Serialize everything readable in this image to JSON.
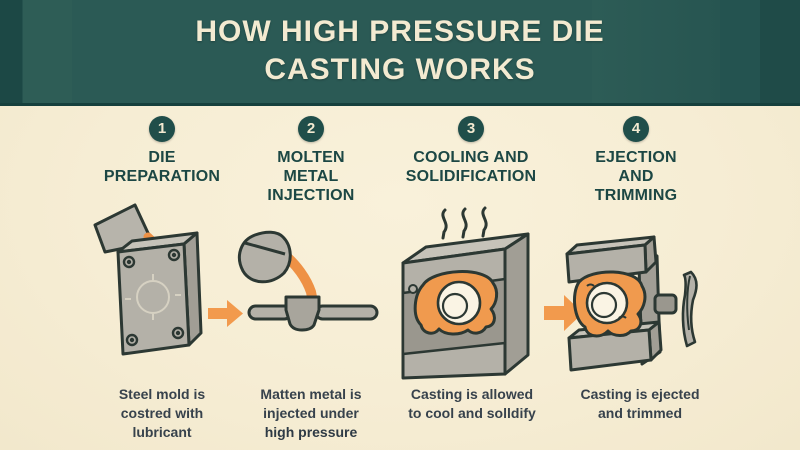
{
  "header": {
    "title": "HOW HIGH PRESSURE DIE\nCASTING WORKS"
  },
  "steps": [
    {
      "number": "1",
      "title": "DIE\nPREPARATION",
      "caption": "Steel mold is\ncostred with\nlubricant",
      "illustration": "lubricant-poured-on-steel-mold"
    },
    {
      "number": "2",
      "title": "MOLTEN\nMETAL\nINJECTION",
      "caption": "Matten metal is\ninjected under",
      "caption_strong": "high pressure",
      "illustration": "ladle-pouring-into-shot-sleeve"
    },
    {
      "number": "3",
      "title": "COOLING AND\nSOLIDIFICATION",
      "caption": "Casting is allowed\nto cool and solldify",
      "illustration": "closed-die-with-hot-casting-and-heat-waves"
    },
    {
      "number": "4",
      "title": "EJECTION\nAND\nTRIMMING",
      "caption": "Casting is ejected\nand trimmed",
      "illustration": "open-die-ejected-casting-with-trimmed-flash"
    }
  ],
  "colors": {
    "header_teal": "#2b5a55",
    "header_teal_dark": "#1c4845",
    "background_cream": "#f6edd4",
    "title_cream": "#f3ead1",
    "step_title_teal": "#1c4744",
    "caption_dark": "#37424c",
    "badge_teal": "#204e4a",
    "arrow_orange": "#f29a4d",
    "molten_orange": "#ee9145",
    "casting_orange": "#f09a4e",
    "metal_gray": "#b4b1a8",
    "outline_dark": "#2c3833"
  }
}
